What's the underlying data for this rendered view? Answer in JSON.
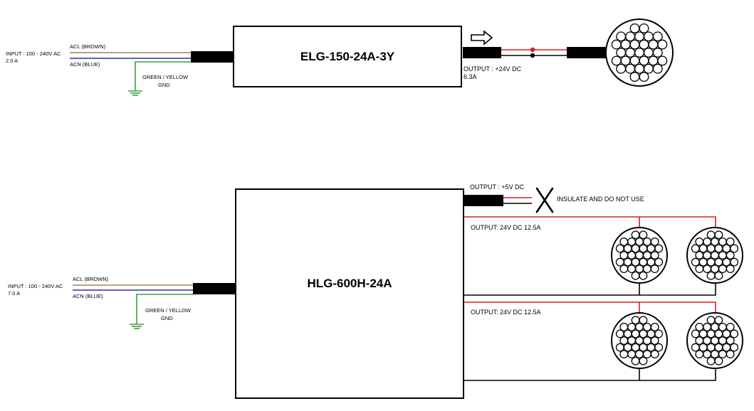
{
  "colors": {
    "brown": "#a0845c",
    "blue": "#2b2fa0",
    "green": "#3aa23a",
    "red": "#d42020",
    "black": "#000000"
  },
  "unit1": {
    "title": "ELG-150-24A-3Y",
    "input_label": "INPUT : 100 - 240V AC",
    "input_current": "2.0 A",
    "acl_label": "ACL (BROWN)",
    "acn_label": "ACN (BLUE)",
    "gnd_color_label": "GREEN / YELLOW",
    "gnd_label": "GND",
    "output_label": "OUTPUT : +24V DC",
    "output_current": "6.3A",
    "direction_icon": "arrow-right-icon",
    "lamp_icon": "led-array-icon"
  },
  "unit2": {
    "title": "HLG-600H-24A",
    "input_label": "INPUT : 100 - 240V AC",
    "input_current": "7.0 A",
    "acl_label": "ACL (BROWN)",
    "acn_label": "ACN (BLUE)",
    "gnd_color_label": "GREEN / YELLOW",
    "gnd_label": "GND",
    "aux_output_label": "OUTPUT : +5V DC",
    "aux_note": "INSULATE AND DO NOT USE",
    "output1_label": "OUTPUT: 24V DC 12.5A",
    "output2_label": "OUTPUT: 24V DC 12.5A",
    "not_used_icon": "x-mark-icon",
    "lamp_icon": "led-array-icon"
  }
}
